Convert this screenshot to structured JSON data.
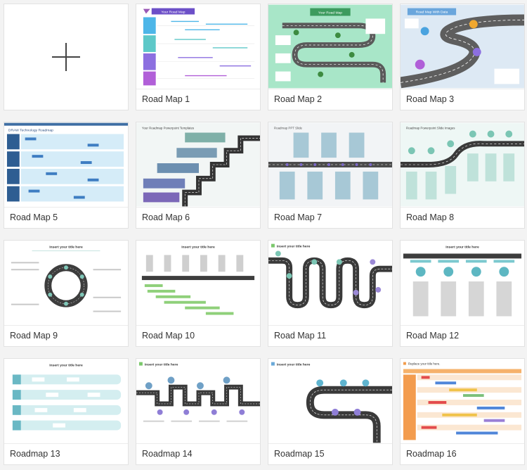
{
  "new_template": {
    "icon": "plus-icon"
  },
  "templates": [
    {
      "label": "Road Map 1",
      "header": "Your Road Map"
    },
    {
      "label": "Road Map 2",
      "header": "Your Road Map"
    },
    {
      "label": "Road Map 3",
      "header": "Road Map With Data"
    },
    {
      "label": "Road Map 5",
      "header": "DRAW Technology Roadmap"
    },
    {
      "label": "Road Map 6",
      "header": "Your Roadmap Powerpoint Templates"
    },
    {
      "label": "Road Map 7",
      "header": "Roadmap PPT Slide"
    },
    {
      "label": "Road Map 8",
      "header": "Roadmap Powerpoint Slide Images"
    },
    {
      "label": "Road Map 9",
      "header": "Insert your title here"
    },
    {
      "label": "Road Map 10",
      "header": "Insert your title here"
    },
    {
      "label": "Road Map 11",
      "header": "Insert your title here"
    },
    {
      "label": "Road Map 12",
      "header": "Insert your title here"
    },
    {
      "label": "Roadmap 13",
      "header": "Insert your title here"
    },
    {
      "label": "Roadmap 14",
      "header": "Insert your title here"
    },
    {
      "label": "Roadmap 15",
      "header": "Insert your title here"
    },
    {
      "label": "Roadmap 16",
      "header": "Replace your title here."
    }
  ]
}
